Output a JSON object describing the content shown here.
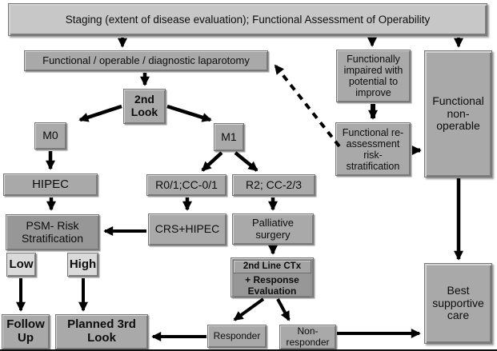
{
  "nodes": {
    "banner": "Staging (extent of disease evaluation); Functional Assessment of Operability",
    "laparotomy": "Functional / operable / diagnostic laparotomy",
    "second_look": "2nd Look",
    "m0": "M0",
    "m1": "M1",
    "hipec": "HIPEC",
    "r01": "R0/1;CC-0/1",
    "r2": "R2; CC-2/3",
    "psm": "PSM- Risk Stratification",
    "crs": "CRS+HIPEC",
    "palliative": "Palliative surgery",
    "ctx_line": "2nd Line CTx",
    "ctx_response": "+ Response Evaluation",
    "low": "Low",
    "high": "High",
    "follow_up": "Follow Up",
    "planned_3rd": "Planned 3rd Look",
    "responder": "Responder",
    "non_responder": "Non-responder",
    "impaired": "Functionally impaired with potential to improve",
    "reassess": "Functional re-assessment risk-stratification",
    "non_operable": "Functional non-operable",
    "bsc": "Best supportive care"
  },
  "colors": {
    "box_fill": "#a9a9a9",
    "box_fill_dark": "#979797",
    "box_fill_light": "#c7c7c7",
    "box_fill_lighter": "#dadada",
    "arrow": "#000000",
    "background": "#ffffff"
  }
}
